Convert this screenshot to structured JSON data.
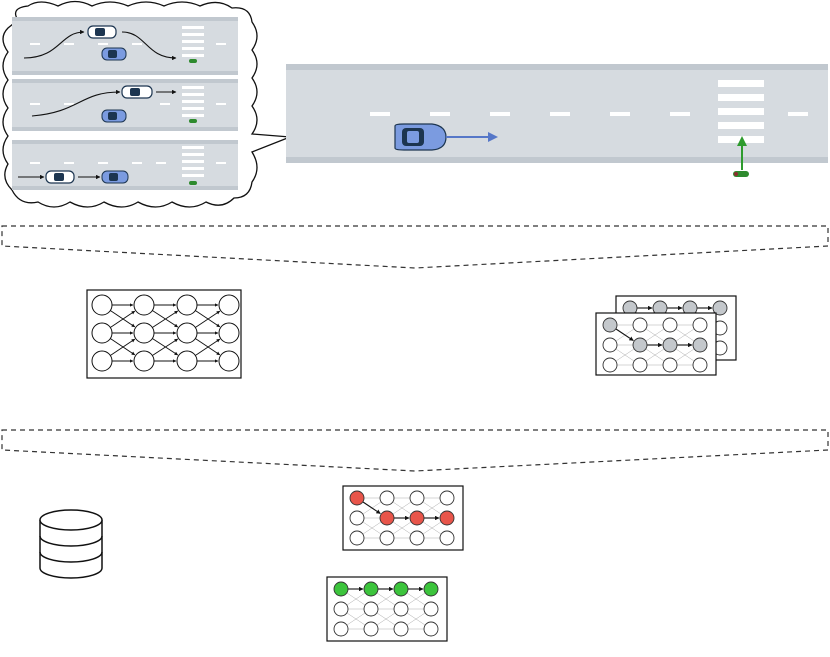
{
  "colors": {
    "road": "#d6dbe0",
    "road_edge": "#c1c8cf",
    "lane_mark": "#ffffff",
    "ego_car": "#7b9be0",
    "ego_car_dark": "#1c3550",
    "other_car": "#ffffff",
    "other_car_dark": "#1c3550",
    "pedestrian": "#2e8b2e",
    "arrow_blue": "#5677c8",
    "arrow_green": "#2e9b2e",
    "node_outline": "#222222",
    "node_red": "#e8554a",
    "node_green": "#3cc43c",
    "node_gray": "#c4c8cc",
    "dashed_frame": "#333333",
    "grid_lines": "#aaaaaa"
  },
  "icons": {
    "ego": "ego-car-icon",
    "other": "other-car-icon",
    "pedestrian": "pedestrian-icon",
    "database": "database-icon"
  },
  "graphs": {
    "full_graph": "full-graph",
    "sampled_stack": "sampled-path-stack",
    "red_path": "red-path-graph",
    "green_path": "green-path-graph"
  },
  "red_path_nodes": [
    [
      0,
      0
    ],
    [
      1,
      1
    ],
    [
      2,
      1
    ],
    [
      3,
      1
    ]
  ],
  "green_path_nodes": [
    [
      0,
      0
    ],
    [
      1,
      0
    ],
    [
      2,
      0
    ],
    [
      3,
      0
    ]
  ],
  "gray_front_nodes": [
    [
      0,
      0
    ],
    [
      1,
      1
    ],
    [
      2,
      1
    ],
    [
      3,
      1
    ]
  ],
  "gray_back_nodes": [
    [
      0,
      0
    ],
    [
      1,
      0
    ],
    [
      2,
      0
    ],
    [
      3,
      0
    ]
  ]
}
